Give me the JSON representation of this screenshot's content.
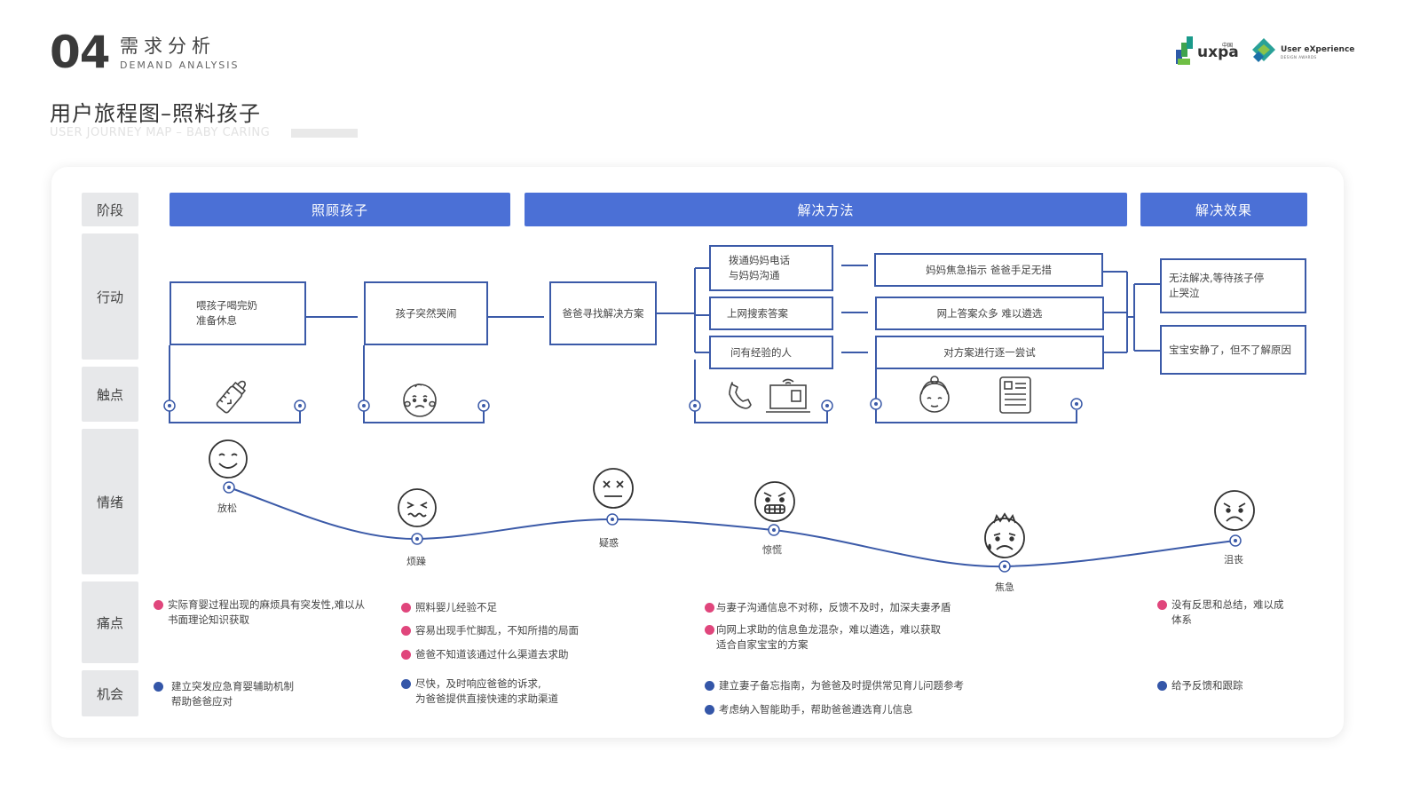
{
  "header": {
    "number": "04",
    "title_cn": "需求分析",
    "title_en": "DEMAND ANALYSIS",
    "page_title": "用户旅程图–照料孩子",
    "page_subtitle": "USER JOURNEY MAP – BABY CARING"
  },
  "logos": {
    "uxpa": "uxpa",
    "uxpa_cn": "中国",
    "ux": "User eXperience",
    "ux_sub": "DESIGN AWARDS"
  },
  "row_labels": [
    "阶段",
    "行动",
    "触点",
    "情绪",
    "痛点",
    "机会"
  ],
  "stages": [
    "照顾孩子",
    "解决方法",
    "解决效果"
  ],
  "actions": {
    "a1": "喂孩子喝完奶\n准备休息",
    "a2": "孩子突然哭闹",
    "a3": "爸爸寻找解决方案",
    "b1": "拨通妈妈电话\n与妈妈沟通",
    "b2": "上网搜索答案",
    "b3": "问有经验的人",
    "c1": "妈妈焦急指示 爸爸手足无措",
    "c2": "网上答案众多 难以遴选",
    "c3": "对方案进行逐一尝试",
    "d1": "无法解决,等待孩子停\n止哭泣",
    "d2": "宝宝安静了，但不了解原因"
  },
  "touchpoint_icons": [
    "baby-bottle-icon",
    "baby-face-icon",
    "phone-icon",
    "laptop-icon",
    "grandma-icon",
    "document-icon"
  ],
  "emotions": [
    {
      "label": "放松",
      "face": "smile",
      "level": 0.9
    },
    {
      "label": "烦躁",
      "face": "annoyed",
      "level": 0.45
    },
    {
      "label": "疑惑",
      "face": "confused",
      "level": 0.7
    },
    {
      "label": "惊慌",
      "face": "panic",
      "level": 0.55
    },
    {
      "label": "焦急",
      "face": "anxious",
      "level": 0.1
    },
    {
      "label": "沮丧",
      "face": "sad",
      "level": 0.5
    }
  ],
  "pain_points": {
    "g1": [
      "实际育婴过程出现的麻烦具有突发性,难以从\n书面理论知识获取"
    ],
    "g2": [
      "照料婴儿经验不足",
      "容易出现手忙脚乱，不知所措的局面",
      "爸爸不知道该通过什么渠道去求助"
    ],
    "g3": [
      "与妻子沟通信息不对称，反馈不及时，加深夫妻矛盾",
      "向网上求助的信息鱼龙混杂，难以遴选，难以获取\n适合自家宝宝的方案"
    ],
    "g4": [
      "没有反思和总结，难以成\n体系"
    ]
  },
  "opportunities": {
    "g1": [
      "建立突发应急育婴辅助机制\n帮助爸爸应对"
    ],
    "g2": [
      "尽快，及时响应爸爸的诉求,\n为爸爸提供直接快速的求助渠道"
    ],
    "g3": [
      "建立妻子备忘指南，为爸爸及时提供常见育儿问题参考",
      "考虑纳入智能助手，帮助爸爸遴选育儿信息"
    ],
    "g4": [
      "给予反馈和跟踪"
    ]
  },
  "colors": {
    "stage_blue": "#4b70d6",
    "line_blue": "#3b5aa8",
    "pain_pink": "#e0467c",
    "opp_blue": "#3456a8",
    "label_gray": "#e7e8ea"
  }
}
